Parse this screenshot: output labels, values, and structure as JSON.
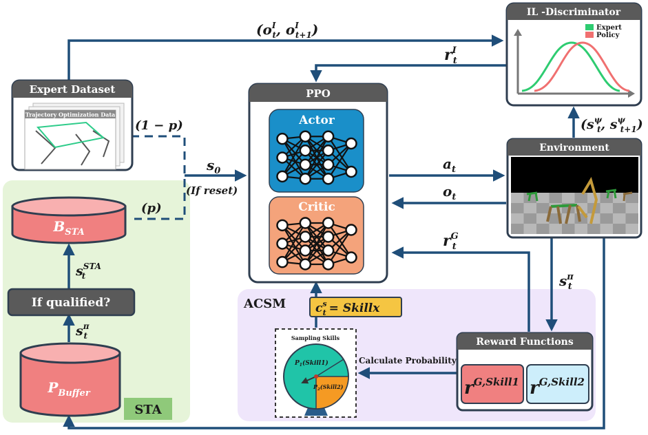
{
  "colors": {
    "arrow": "#1f4e79",
    "header_bg": "#5a5a5a",
    "box_border": "#2f3e50",
    "actor": "#1a8fc9",
    "critic": "#f4a37b",
    "sta_bg": "#e6f4d9",
    "acsm_bg": "#efe6fb",
    "buffer_red": "#f08080",
    "expert_curve": "#2ecc71",
    "policy_curve": "#f07070",
    "pie_teal": "#20c4a8",
    "pie_orange": "#f59a23",
    "skill_label": "#f5c542"
  },
  "boxes": {
    "expert_dataset": {
      "title": "Expert Dataset",
      "inner_label": "Trajectory Optimization Data"
    },
    "ppo": {
      "title": "PPO",
      "actor": "Actor",
      "critic": "Critic"
    },
    "il_discriminator": {
      "title": "IL -Discriminator",
      "legend_expert": "Expert",
      "legend_policy": "Policy"
    },
    "environment": {
      "title": "Environment"
    },
    "reward_functions": {
      "title": "Reward Functions",
      "skill1": "r",
      "skill1_sup": "G,Skill1",
      "skill2": "r",
      "skill2_sup": "G,Skill2"
    },
    "sta": {
      "label": "STA",
      "b_sta": "B",
      "b_sta_sub": "STA",
      "if_qualified": "If qualified?",
      "p_buffer": "P",
      "p_buffer_sub": "Buffer"
    },
    "acsm": {
      "label": "ACSM",
      "skill_tag_lhs": "c",
      "skill_tag_sub": "t",
      "skill_tag_sup": "s",
      "skill_tag_rhs": "= Skillx"
    },
    "sampling": {
      "title": "Sampling Skills",
      "p1": "P",
      "p1_sub": "1",
      "p1_rest": "(Skill1)",
      "p2": "P",
      "p2_sub": "2",
      "p2_rest": "(Skill2)"
    }
  },
  "labels": {
    "obs_pair": "(o",
    "obs_pair_t": "t",
    "obs_pair_mid": ", o",
    "obs_pair_t1": "t+1",
    "obs_pair_end": ")",
    "obs_sup": "I",
    "r_I": "r",
    "r_I_sub": "t",
    "r_I_sup": "I",
    "one_minus_p": "(1 − p)",
    "p": "(p)",
    "s0": "s",
    "s0_sub": "0",
    "if_reset": "(If reset)",
    "a_t": "a",
    "a_t_sub": "t",
    "o_t": "o",
    "o_t_sub": "t",
    "r_G": "r",
    "r_G_sub": "t",
    "r_G_sup": "G",
    "s_pi": "s",
    "s_pi_sub": "t",
    "s_pi_sup": "π",
    "s_psi": "(s",
    "s_psi_sub": "t",
    "s_psi_sup": "ψ",
    "s_psi_mid": ", s",
    "s_psi_sub2": "t+1",
    "s_psi_sup2": "ψ",
    "s_psi_end": ")",
    "s_sta": "s",
    "s_sta_sub": "t",
    "s_sta_sup": "STA",
    "s_pi_left": "s",
    "s_pi_left_sub": "t",
    "s_pi_left_sup": "π",
    "calc_prob": "Calculate Probability"
  }
}
